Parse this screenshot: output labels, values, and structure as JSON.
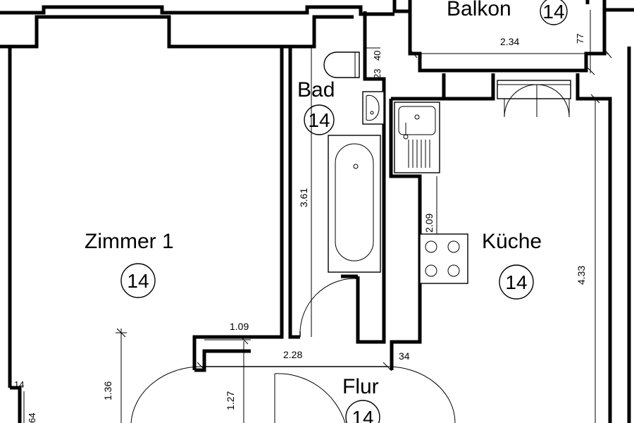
{
  "rooms": {
    "balkon": {
      "label": "Balkon",
      "number": "14"
    },
    "bad": {
      "label": "Bad",
      "number": "14"
    },
    "zimmer": {
      "label": "Zimmer 1",
      "number": "14"
    },
    "kueche": {
      "label": "Küche",
      "number": "14"
    },
    "flur": {
      "label": "Flur",
      "number": "14"
    }
  },
  "dimensions": {
    "balkon_width": "2.34",
    "balkon_depth": "77",
    "bad_top_40": "40",
    "bad_top_23": "23",
    "bad_length": "3.61",
    "kitchen_wall": "2.09",
    "kitchen_length": "4.33",
    "opening_109": "1.09",
    "flur_width": "2.28",
    "flur_34": "34",
    "flur_136": "1.36",
    "flur_127": "1.27",
    "wall_14": "14",
    "wall_64": "64"
  }
}
